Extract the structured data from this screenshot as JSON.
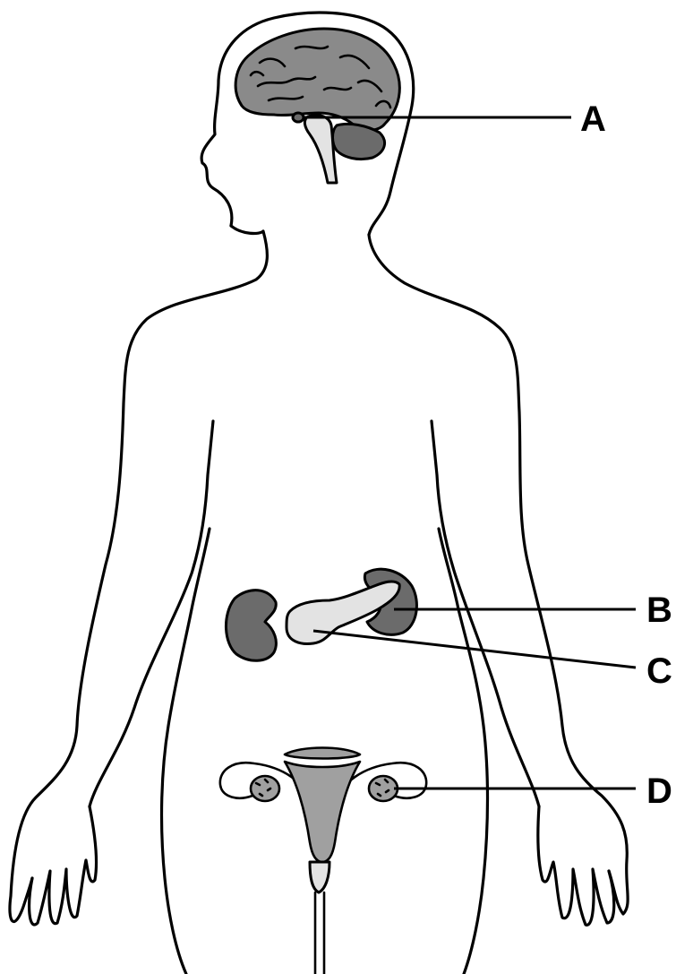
{
  "labels": {
    "a": "A",
    "b": "B",
    "c": "C",
    "d": "D"
  },
  "colors": {
    "outline": "#000000",
    "organ_dark": "#6b6b6b",
    "organ_brain": "#8a8a8a",
    "organ_light": "#e3e3e3",
    "background": "#ffffff"
  }
}
